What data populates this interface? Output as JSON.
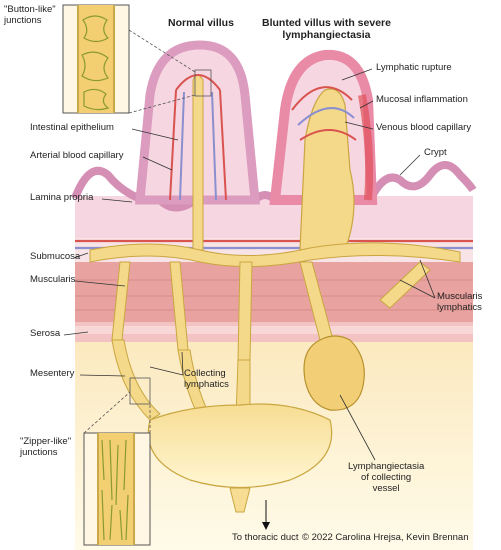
{
  "titles": {
    "normal_villus": "Normal villus",
    "blunted_line1": "Blunted villus with severe",
    "blunted_line2": "lymphangiectasia"
  },
  "labels": {
    "button_line1": "\"Button-like\"",
    "button_line2": "junctions",
    "intestinal_epithelium": "Intestinal epithelium",
    "arterial_capillary": "Arterial blood capillary",
    "lamina_propria": "Lamina propria",
    "submucosa": "Submucosa",
    "muscularis": "Muscularis",
    "serosa": "Serosa",
    "mesentery": "Mesentery",
    "zipper_line1": "\"Zipper-like\"",
    "zipper_line2": "junctions",
    "collecting_line1": "Collecting",
    "collecting_line2": "lymphatics",
    "lymphatic_rupture": "Lymphatic rupture",
    "mucosal_inflammation": "Mucosal inflammation",
    "venous_capillary": "Venous blood capillary",
    "crypt": "Crypt",
    "muscularis_lymph_line1": "Muscularis",
    "muscularis_lymph_line2": "lymphatics",
    "lymphangiectasia_line1": "Lymphangiectasia",
    "lymphangiectasia_line2": "of collecting",
    "lymphangiectasia_line3": "vessel",
    "thoracic_duct": "To thoracic duct",
    "copyright": "© 2022 Carolina Hrejsa, Kevin Brennan"
  },
  "colors": {
    "lymph": "#f5d98a",
    "lymph_edge": "#c9a640",
    "artery": "#d9534f",
    "vein": "#8a8fd0",
    "epithelium": "#e7a9c9",
    "lamina": "#f6d6e0",
    "muscle": "#e59a98",
    "mesentery": "#fdf3d6"
  }
}
